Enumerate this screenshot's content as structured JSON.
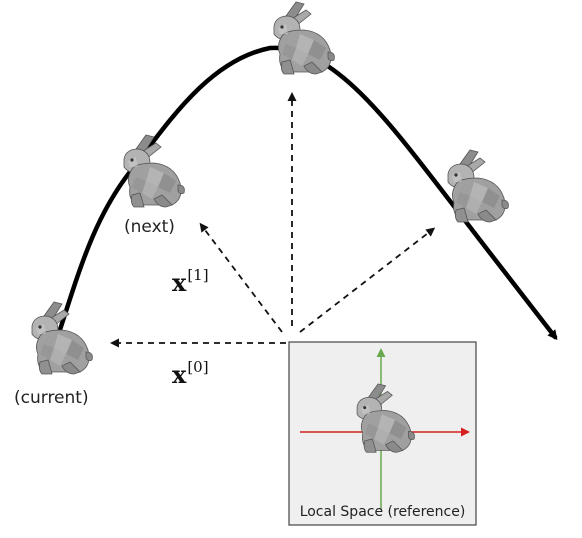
{
  "labels": {
    "current": "(current)",
    "next": "(next)",
    "reference_box": "Local Space (reference)"
  },
  "math": {
    "x0": {
      "base": "x",
      "superscript": "[0]"
    },
    "x1": {
      "base": "x",
      "superscript": "[1]"
    }
  },
  "colors": {
    "trajectory": "#000000",
    "dashed_arrows": "#111111",
    "reference_panel": "#efefef",
    "axis_horizontal": "#d42020",
    "axis_vertical": "#6aa84f",
    "bunny": "#9a9a9a"
  },
  "icons": [
    "bunny-icon"
  ]
}
